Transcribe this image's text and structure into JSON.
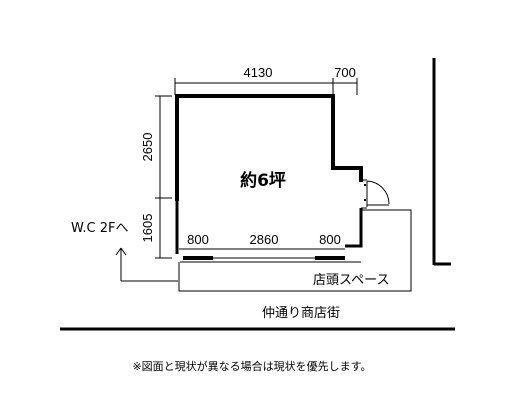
{
  "plan": {
    "area_label": "約6坪",
    "dimensions": {
      "top_width": "4130",
      "top_extension": "700",
      "left_upper": "2650",
      "left_lower": "1605",
      "front_left": "800",
      "front_center": "2860",
      "front_right": "800"
    },
    "wc_label": "W.C 2Fへ",
    "storefront_label": "店頭スペース",
    "street_label": "仲通り商店街"
  },
  "note": "※図面と現状が異なる場合は現状を優先します。"
}
